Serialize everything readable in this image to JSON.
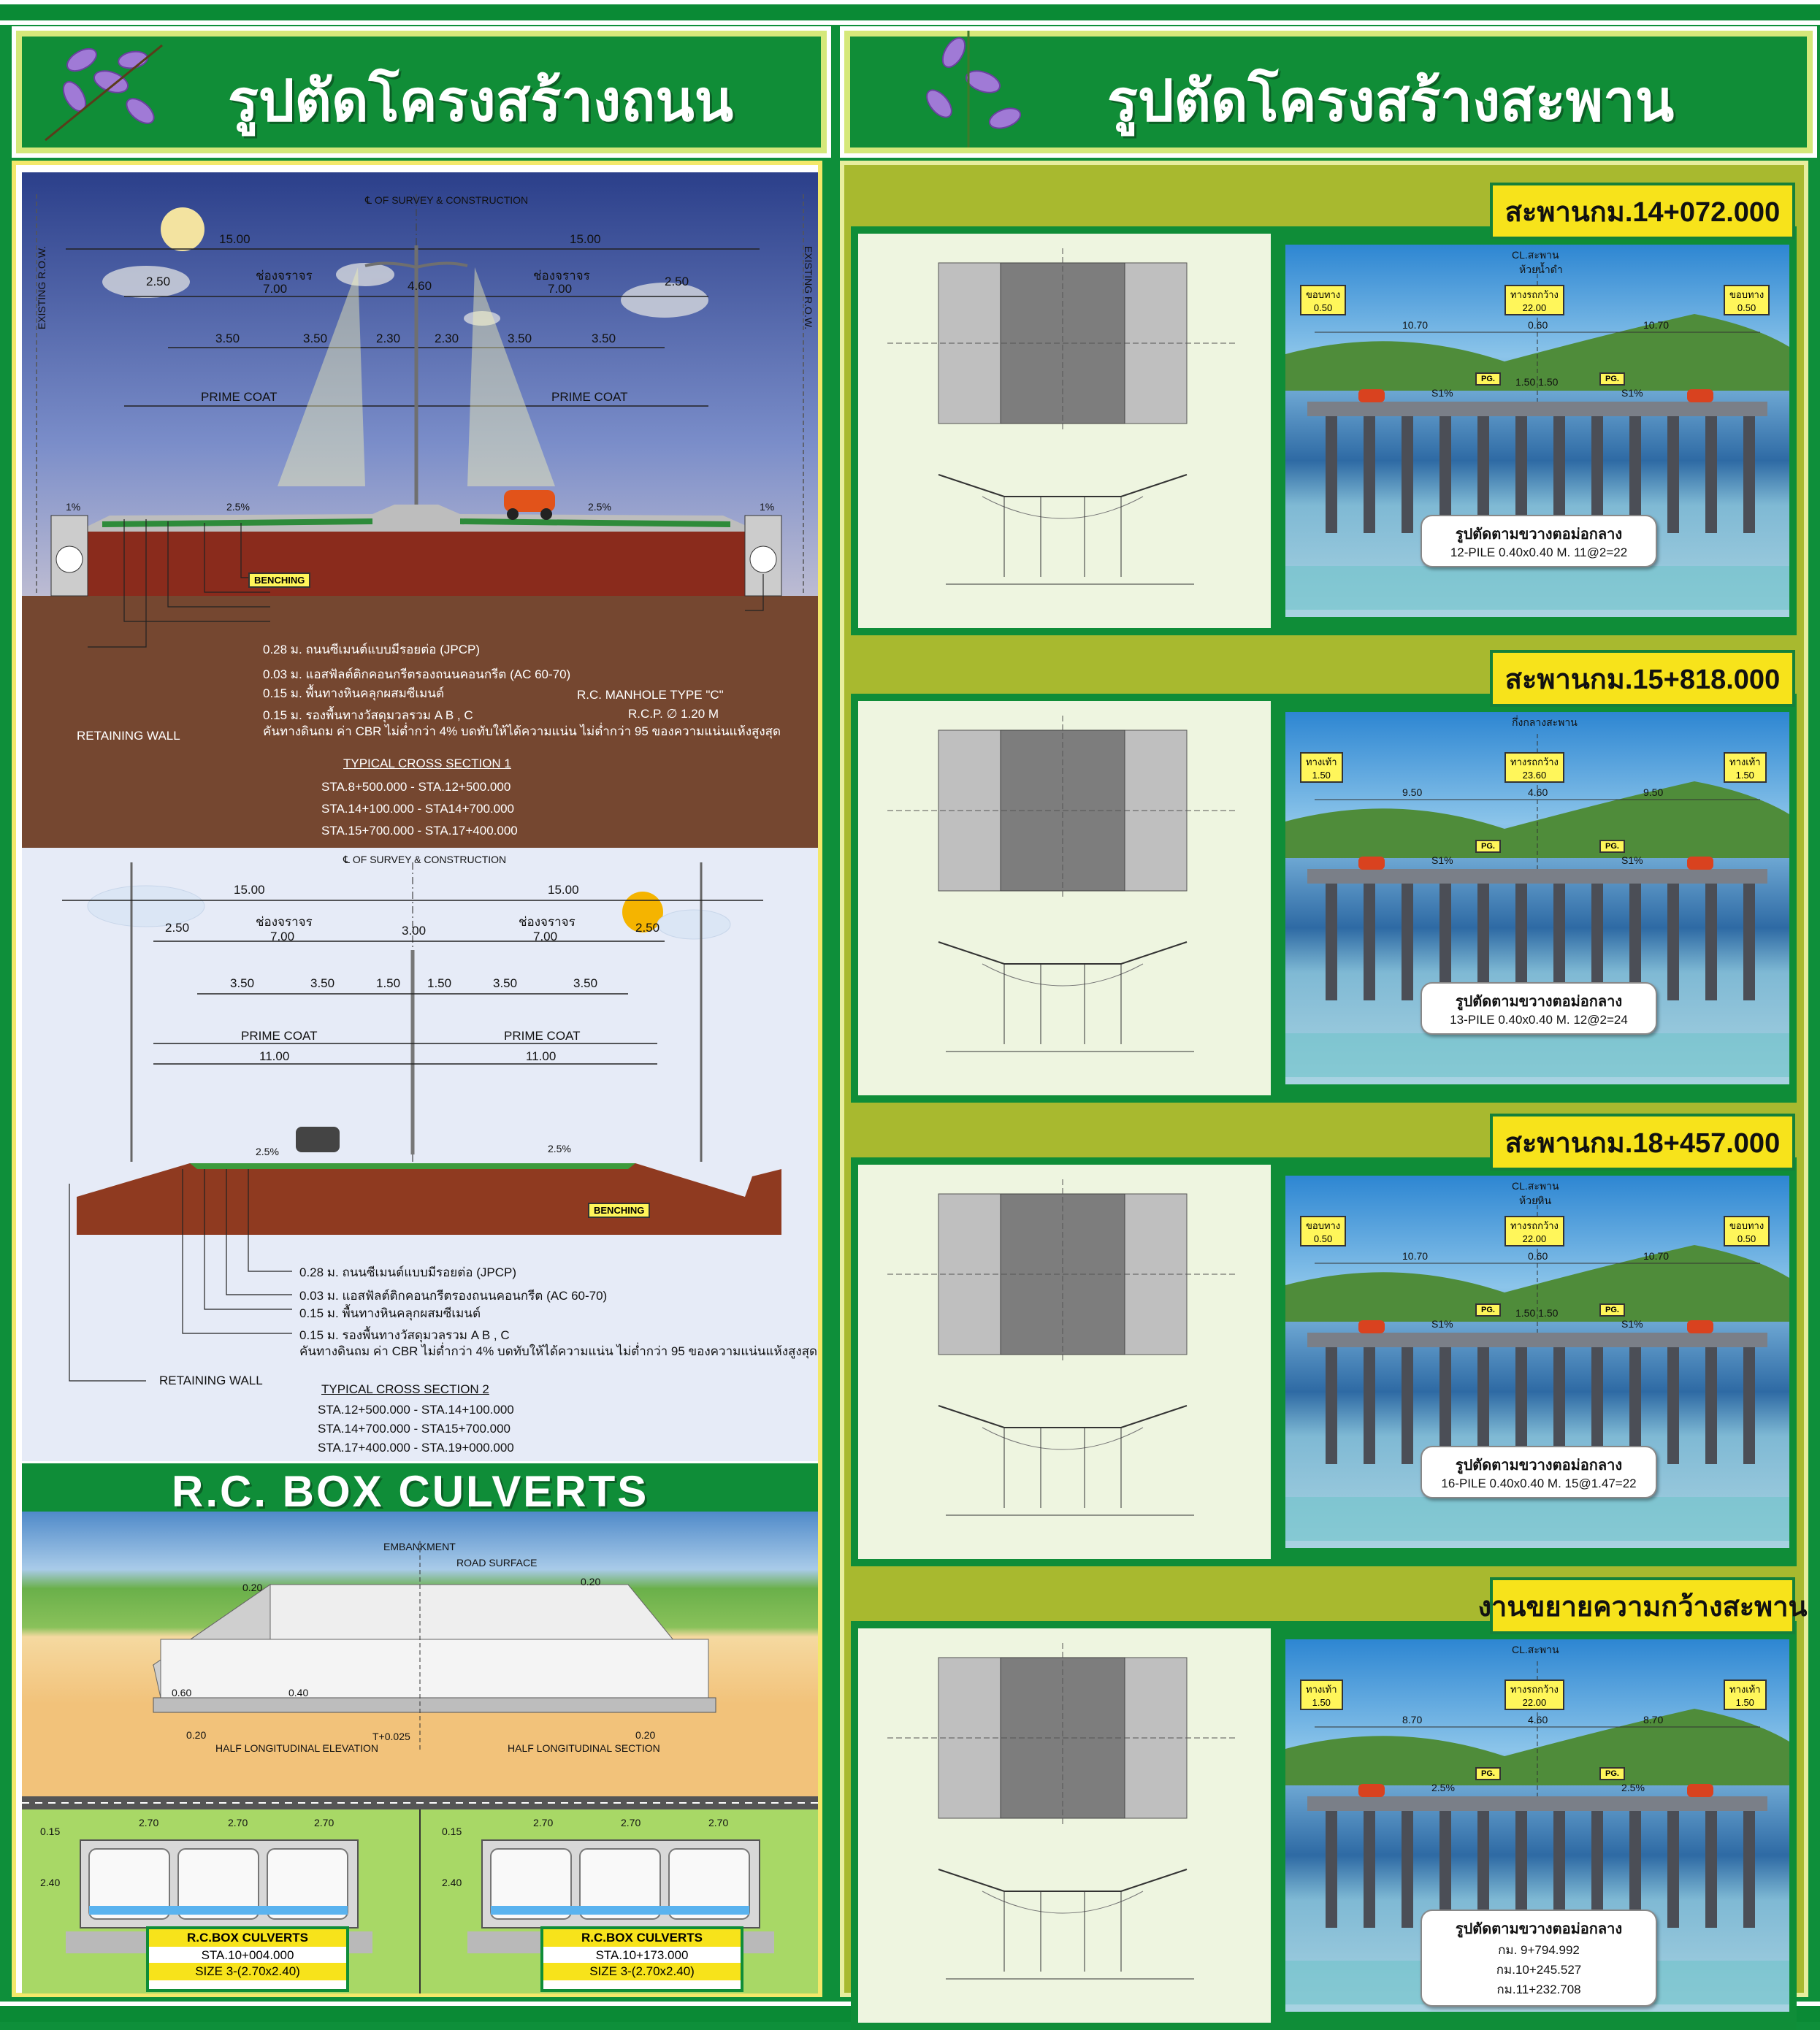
{
  "left_header": {
    "title": "รูปตัดโครงสร้างถนน"
  },
  "right_header": {
    "title": "รูปตัดโครงสร้างสะพาน"
  },
  "section1": {
    "survey_line": "℄ OF SURVEY & CONSTRUCTION",
    "row_left": "EXISTING R.O.W.",
    "row_right": "EXISTING R.O.W.",
    "dim_half_left": "15.00",
    "dim_half_right": "15.00",
    "lane_left": "ช่องจราจร",
    "lane_right": "ช่องจราจร",
    "lane_w_left": "7.00",
    "lane_w_right": "7.00",
    "shoulder_left": "2.50",
    "shoulder_right": "2.50",
    "median": "4.60",
    "lanes": [
      "3.50",
      "3.50",
      "2.30",
      "2.30",
      "3.50",
      "3.50"
    ],
    "prime_left": "PRIME COAT",
    "prime_right": "PRIME COAT",
    "slope_left": "2.5%",
    "slope_right": "2.5%",
    "side_left": "1%",
    "side_right": "1%",
    "benching": "BENCHING",
    "layers": [
      "0.28 ม. ถนนซีเมนต์แบบมีรอยต่อ (JPCP)",
      "0.03 ม. แอสฟัลต์ติกคอนกรีตรองถนนคอนกรีต (AC 60-70)",
      "0.15 ม. พื้นทางหินคลุกผสมซีเมนต์",
      "0.15 ม. รองพื้นทางวัสดุมวลรวม  A B , C",
      "คันทางดินถม ค่า CBR ไม่ต่ำกว่า 4% บดทับให้ได้ความแน่น ไม่ต่ำกว่า 95 ของความแน่นแห้งสูงสุด"
    ],
    "manhole": "R.C. MANHOLE TYPE \"C\"",
    "rcp": "R.C.P. ∅ 1.20 M",
    "retaining": "RETAINING WALL",
    "title": "TYPICAL CROSS SECTION 1",
    "stations": [
      "STA.8+500.000 - STA.12+500.000",
      "STA.14+100.000 - STA14+700.000",
      "STA.15+700.000 - STA.17+400.000"
    ]
  },
  "section2": {
    "survey_line": "℄ OF SURVEY & CONSTRUCTION",
    "dim_half_left": "15.00",
    "dim_half_right": "15.00",
    "lane_left": "ช่องจราจร",
    "lane_right": "ช่องจราจร",
    "lane_w_left": "7.00",
    "lane_w_right": "7.00",
    "shoulder_left": "2.50",
    "shoulder_right": "2.50",
    "median": "3.00",
    "lanes": [
      "3.50",
      "3.50",
      "1.50",
      "1.50",
      "3.50",
      "3.50"
    ],
    "prime_left": "PRIME COAT",
    "prime_right": "PRIME COAT",
    "width_left": "11.00",
    "width_right": "11.00",
    "slope_left": "2.5%",
    "slope_right": "2.5%",
    "benching": "BENCHING",
    "layers": [
      "0.28 ม. ถนนซีเมนต์แบบมีรอยต่อ (JPCP)",
      "0.03 ม. แอสฟัลต์ติกคอนกรีตรองถนนคอนกรีต (AC 60-70)",
      "0.15 ม. พื้นทางหินคลุกผสมซีเมนต์",
      "0.15 ม. รองพื้นทางวัสดุมวลรวม  A B , C",
      "คันทางดินถม ค่า CBR ไม่ต่ำกว่า 4% บดทับให้ได้ความแน่น ไม่ต่ำกว่า 95 ของความแน่นแห้งสูงสุด"
    ],
    "retaining": "RETAINING WALL",
    "title": "TYPICAL CROSS SECTION 2",
    "stations": [
      "STA.12+500.000 - STA.14+100.000",
      "STA.14+700.000 - STA15+700.000",
      "STA.17+400.000 - STA.19+000.000"
    ]
  },
  "culverts": {
    "title": "R.C. BOX CULVERTS",
    "embankment": "EMBANKMENT",
    "road_surface": "ROAD SURFACE",
    "dim_020": "0.20",
    "dim_060": "0.60",
    "dim_040": "0.40",
    "t_label": "T+0.025",
    "elev_label": "HALF LONGITUDINAL ELEVATION",
    "sect_label": "HALF LONGITUDINAL SECTION",
    "span": "2.70",
    "height": "2.40",
    "top": "0.15",
    "cards": [
      {
        "title": "R.C.BOX CULVERTS",
        "sta": "STA.10+004.000",
        "size": "SIZE 3-(2.70x2.40)"
      },
      {
        "title": "R.C.BOX CULVERTS",
        "sta": "STA.10+173.000",
        "size": "SIZE 3-(2.70x2.40)"
      }
    ]
  },
  "bridges": [
    {
      "tag": "สะพานกม.14+072.000",
      "cl": "CL.สะพาน",
      "cl2": "ห้วยน้ำดำ",
      "left_label": "ขอบทาง",
      "left_val": "0.50",
      "mid_label": "ทางรถกว้าง",
      "mid_val": "22.00",
      "right_label": "ขอบทาง",
      "right_val": "0.50",
      "dims": [
        "10.70",
        "0.60",
        "10.70"
      ],
      "pg": "PG.",
      "slope": "S1%",
      "center": "1.50  1.50",
      "card_title": "รูปตัดตามขวางตอม่อกลาง",
      "card_lines": [
        "12-PILE 0.40x0.40 M. 11@2=22"
      ]
    },
    {
      "tag": "สะพานกม.15+818.000",
      "cl": "กึ่งกลางสะพาน",
      "cl2": "",
      "left_label": "ทางเท้า",
      "left_val": "1.50",
      "mid_label": "ทางรถกว้าง",
      "mid_val": "23.60",
      "right_label": "ทางเท้า",
      "right_val": "1.50",
      "dims": [
        "9.50",
        "4.60",
        "9.50"
      ],
      "pg": "PG.",
      "slope": "S1%",
      "center": "",
      "card_title": "รูปตัดตามขวางตอม่อกลาง",
      "card_lines": [
        "13-PILE 0.40x0.40 M. 12@2=24"
      ]
    },
    {
      "tag": "สะพานกม.18+457.000",
      "cl": "CL.สะพาน",
      "cl2": "ห้วยหิน",
      "left_label": "ขอบทาง",
      "left_val": "0.50",
      "mid_label": "ทางรถกว้าง",
      "mid_val": "22.00",
      "right_label": "ขอบทาง",
      "right_val": "0.50",
      "dims": [
        "10.70",
        "0.60",
        "10.70"
      ],
      "pg": "PG.",
      "slope": "S1%",
      "center": "1.50  1.50",
      "card_title": "รูปตัดตามขวางตอม่อกลาง",
      "card_lines": [
        "16-PILE 0.40x0.40 M. 15@1.47=22"
      ]
    },
    {
      "tag": "งานขยายความกว้างสะพาน",
      "cl": "CL.สะพาน",
      "cl2": "",
      "left_label": "ทางเท้า",
      "left_val": "1.50",
      "mid_label": "ทางรถกว้าง",
      "mid_val": "22.00",
      "right_label": "ทางเท้า",
      "right_val": "1.50",
      "dims": [
        "8.70",
        "4.60",
        "8.70"
      ],
      "pg": "PG.",
      "slope": "2.5%",
      "center": "",
      "card_title": "รูปตัดตามขวางตอม่อกลาง",
      "card_lines": [
        "กม. 9+794.992",
        "กม.10+245.527",
        "กม.11+232.708"
      ]
    }
  ],
  "colors": {
    "green": "#0f8d38",
    "yellow": "#f7e31b",
    "sky": "#3e8fd3",
    "soil": "#6b3e26"
  }
}
